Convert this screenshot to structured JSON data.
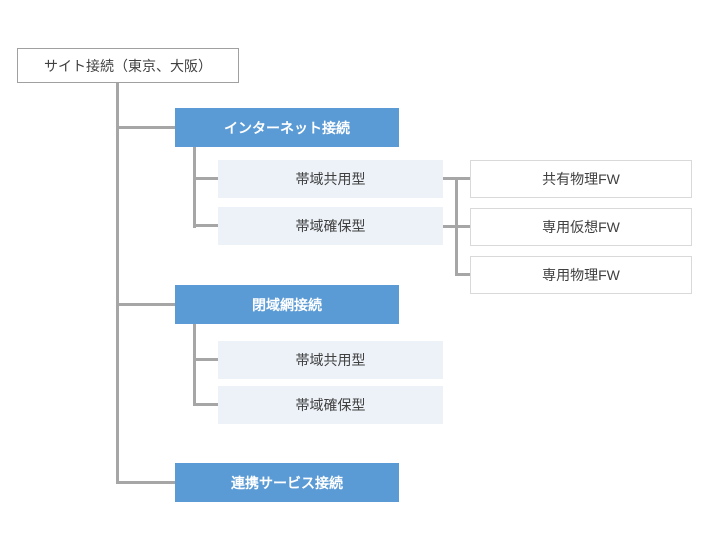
{
  "diagram": {
    "root": {
      "label": "サイト接続（東京、大阪）"
    },
    "branches": [
      {
        "label": "インターネット接続",
        "children": [
          {
            "label": "帯域共用型"
          },
          {
            "label": "帯域確保型"
          }
        ]
      },
      {
        "label": "閉域網接続",
        "children": [
          {
            "label": "帯域共用型"
          },
          {
            "label": "帯域確保型"
          }
        ]
      },
      {
        "label": "連携サービス接続",
        "children": []
      }
    ],
    "firewall_options": [
      {
        "label": "共有物理FW"
      },
      {
        "label": "専用仮想FW"
      },
      {
        "label": "専用物理FW"
      }
    ],
    "colors": {
      "category_fill": "#5B9BD5",
      "subtype_fill": "#EDF2F8",
      "connector_line": "#A6A6A6",
      "root_border": "#A0A0A0",
      "fw_border": "#D9D9D9",
      "text_dark": "#404040",
      "text_on_category": "#FFFFFF"
    }
  }
}
